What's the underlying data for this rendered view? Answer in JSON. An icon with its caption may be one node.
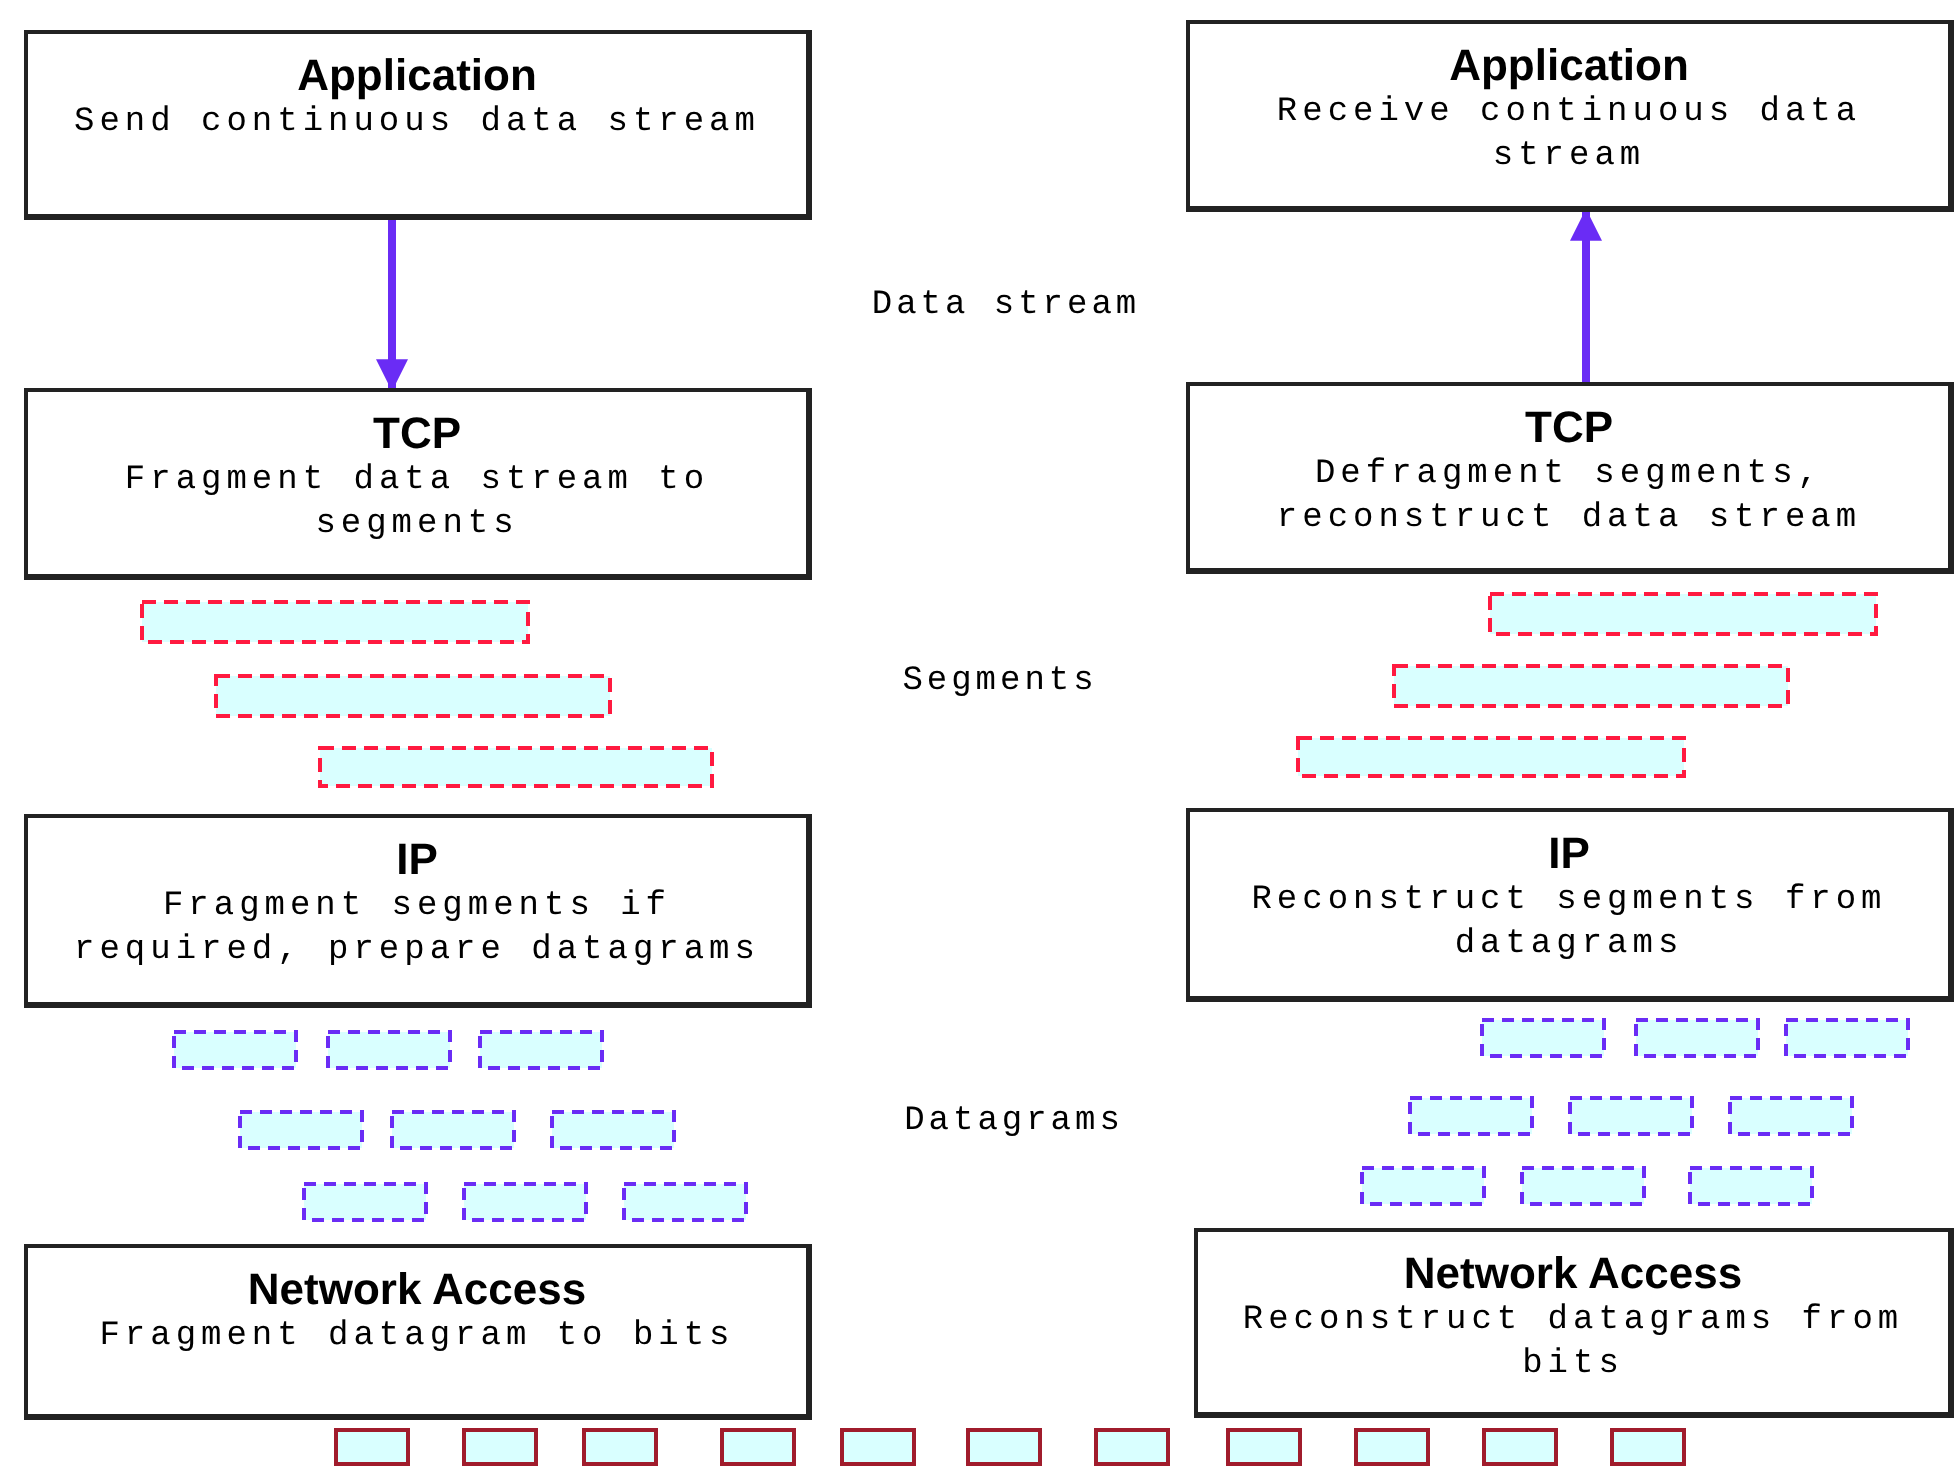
{
  "diagram": {
    "nodes": [
      {
        "text": [
          "Application",
          "Send continuous data stream"
        ]
      },
      {
        "text": [
          "TCP",
          "Fragment data stream to segments"
        ]
      },
      {
        "text": [
          "IP",
          "Fragment segments if required, prepare datagrams"
        ]
      },
      {
        "text": [
          "Network Access",
          "Fragment datagram to bits"
        ]
      },
      {
        "text": [
          "Application",
          "Receive continuous data stream"
        ]
      },
      {
        "text": [
          "TCP",
          "Defragment segments, reconstruct data stream"
        ]
      },
      {
        "text": [
          "IP",
          "Reconstruct segments from datagrams"
        ]
      },
      {
        "text": [
          "Network Access",
          "Reconstruct datagrams from bits"
        ]
      }
    ],
    "edges": [
      {
        "from": 0,
        "to": 1,
        "arrow": "to"
      },
      {
        "from": 5,
        "to": 4,
        "arrow": "to"
      }
    ],
    "labels": [
      "Data stream",
      "Segments",
      "Datagrams"
    ]
  }
}
